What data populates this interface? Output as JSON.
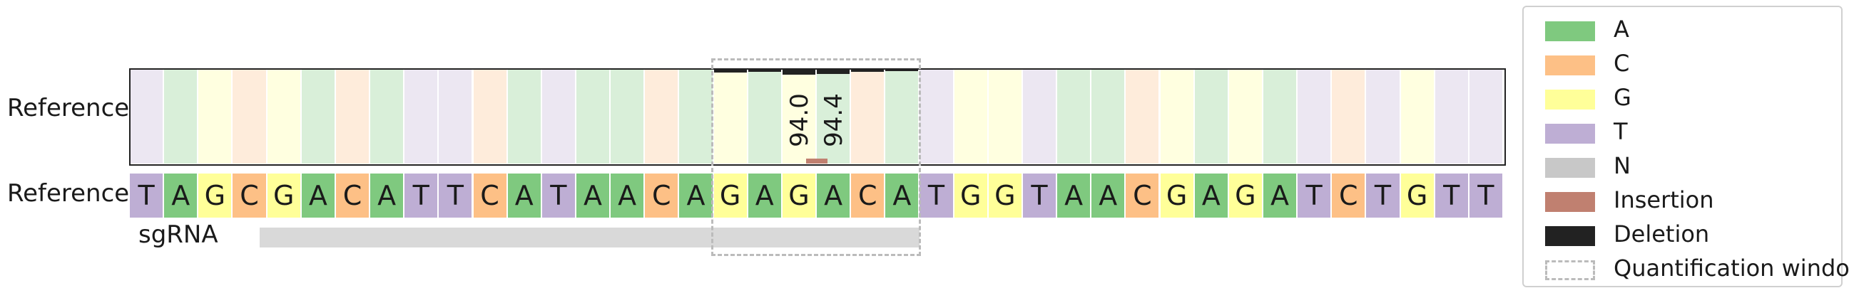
{
  "labels": {
    "reference_top": "Reference",
    "reference_bottom": "Reference",
    "sgrna": "sgRNA"
  },
  "sequence": [
    "T",
    "A",
    "G",
    "C",
    "G",
    "A",
    "C",
    "A",
    "T",
    "T",
    "C",
    "A",
    "T",
    "A",
    "A",
    "C",
    "A",
    "G",
    "A",
    "G",
    "A",
    "C",
    "A",
    "T",
    "G",
    "G",
    "T",
    "A",
    "A",
    "C",
    "G",
    "A",
    "G",
    "A",
    "T",
    "C",
    "T",
    "G",
    "T",
    "T"
  ],
  "colors": {
    "A": "#7fc97f",
    "C": "#fdc086",
    "G": "#ffff99",
    "T": "#beaed4",
    "N": "#c8c8c8",
    "Insertion": "#c08070",
    "Deletion": "#222222",
    "window": "#bbbbbb",
    "sgrna_bar": "#d9d9d9"
  },
  "quantification_window": {
    "start_index": 17,
    "end_index": 22
  },
  "sgrna": {
    "start_index": 3,
    "end_index": 22
  },
  "percent_labels": [
    {
      "index": 19,
      "text": "94.0"
    },
    {
      "index": 20,
      "text": "94.4"
    }
  ],
  "deletion_marks": [
    {
      "index": 17,
      "fraction": 0.04
    },
    {
      "index": 18,
      "fraction": 0.03
    },
    {
      "index": 19,
      "fraction": 0.06
    },
    {
      "index": 20,
      "fraction": 0.056
    },
    {
      "index": 21,
      "fraction": 0.03
    },
    {
      "index": 22,
      "fraction": 0.02
    }
  ],
  "insertion_marks": [
    {
      "index": 19,
      "fraction": 0.05
    }
  ],
  "legend": [
    {
      "key": "A",
      "label": "A"
    },
    {
      "key": "C",
      "label": "C"
    },
    {
      "key": "G",
      "label": "G"
    },
    {
      "key": "T",
      "label": "T"
    },
    {
      "key": "N",
      "label": "N"
    },
    {
      "key": "Insertion",
      "label": "Insertion"
    },
    {
      "key": "Deletion",
      "label": "Deletion"
    },
    {
      "key": "window",
      "label": "Quantification window"
    }
  ]
}
